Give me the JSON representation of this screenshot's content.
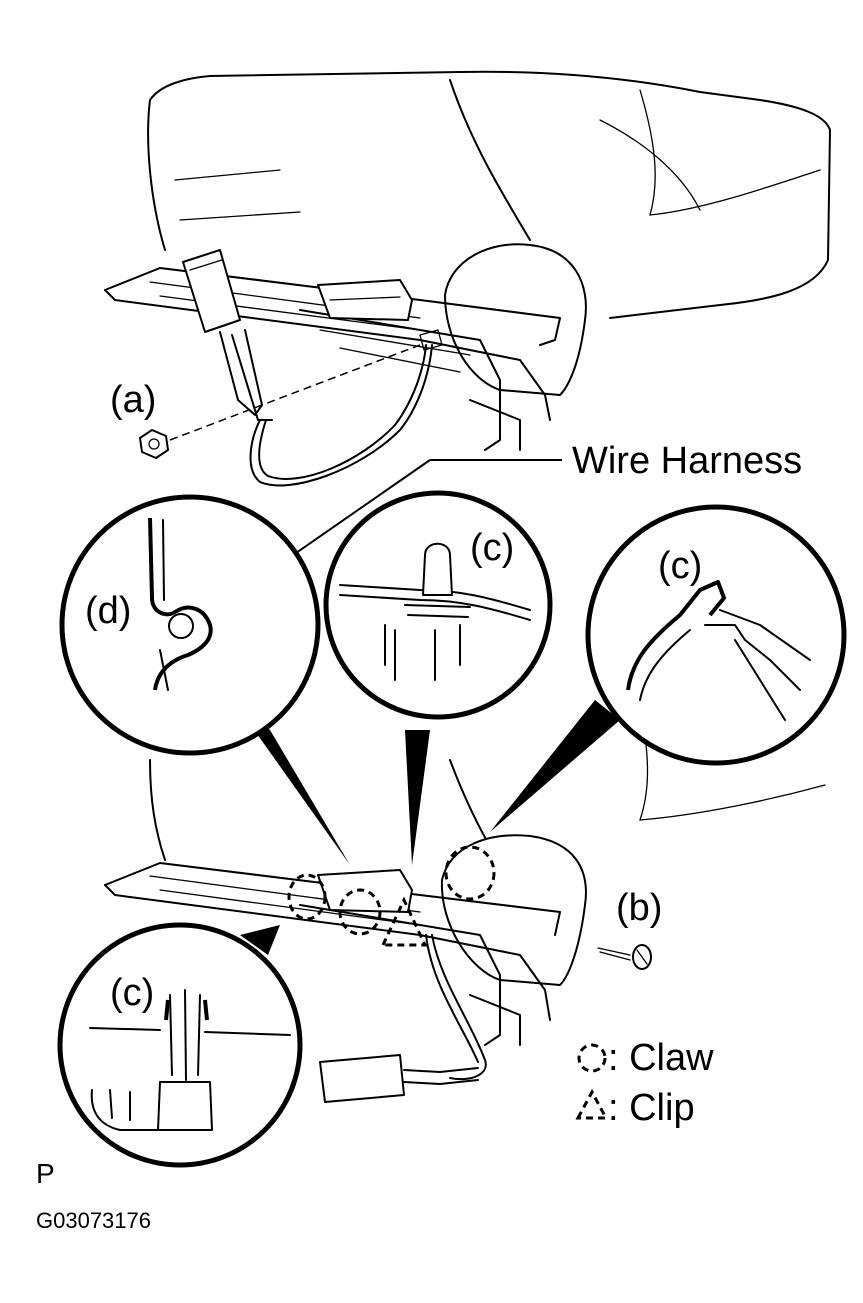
{
  "labels": {
    "callout_a": "(a)",
    "callout_b": "(b)",
    "callout_c1": "(c)",
    "callout_c2": "(c)",
    "callout_c3": "(c)",
    "callout_d": "(d)",
    "wire_harness": "Wire Harness"
  },
  "legend": {
    "claw": ": Claw",
    "clip": ": Clip"
  },
  "footer": {
    "view": "P",
    "figure_code": "G03073176"
  }
}
